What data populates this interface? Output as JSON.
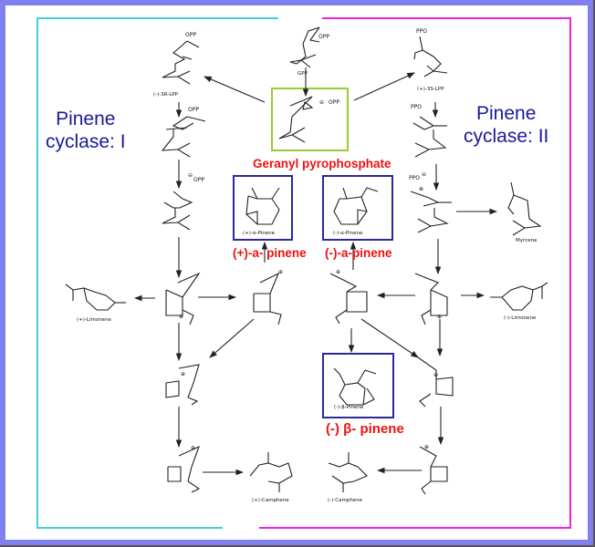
{
  "titles": {
    "cyclase_left_line1": "Pinene",
    "cyclase_left_line2": "cyclase: I",
    "cyclase_right_line1": "Pinene",
    "cyclase_right_line2": "cyclase: II"
  },
  "highlights": {
    "gpp": "Geranyl pyrophosphate",
    "plus_alpha": "(+)-a- pinene",
    "minus_alpha": "(-)-a-pinene",
    "minus_beta": "(-) β- pinene"
  },
  "compounds": {
    "gpp": "GPP",
    "lpp_left": "(-)-3R-LPP",
    "lpp_right": "(+)-3S-LPP",
    "plus_alpha_pinene": "(+)-α-Pinene",
    "minus_alpha_pinene": "(-)-α-Pinene",
    "minus_beta_pinene": "(-)-β-Pinene",
    "plus_limonene": "(+)-Limonene",
    "minus_limonene": "(-)-Limonene",
    "myrcene": "Myrcene",
    "plus_camphene": "(+)-Camphene",
    "minus_camphene": "(-)-Camphene"
  },
  "groups": {
    "opp": "OPP",
    "ppo": "PPO",
    "charge": "⊕",
    "neg": "⊖"
  },
  "colors": {
    "frame": "#8080f0",
    "left_bracket": "#40d0d8",
    "right_bracket": "#f020e0",
    "gpp_box": "#99cc33",
    "pinene_box": "#2a2a9a",
    "highlight_text": "#ee1111",
    "cyclase_text": "#1a1a9a"
  }
}
